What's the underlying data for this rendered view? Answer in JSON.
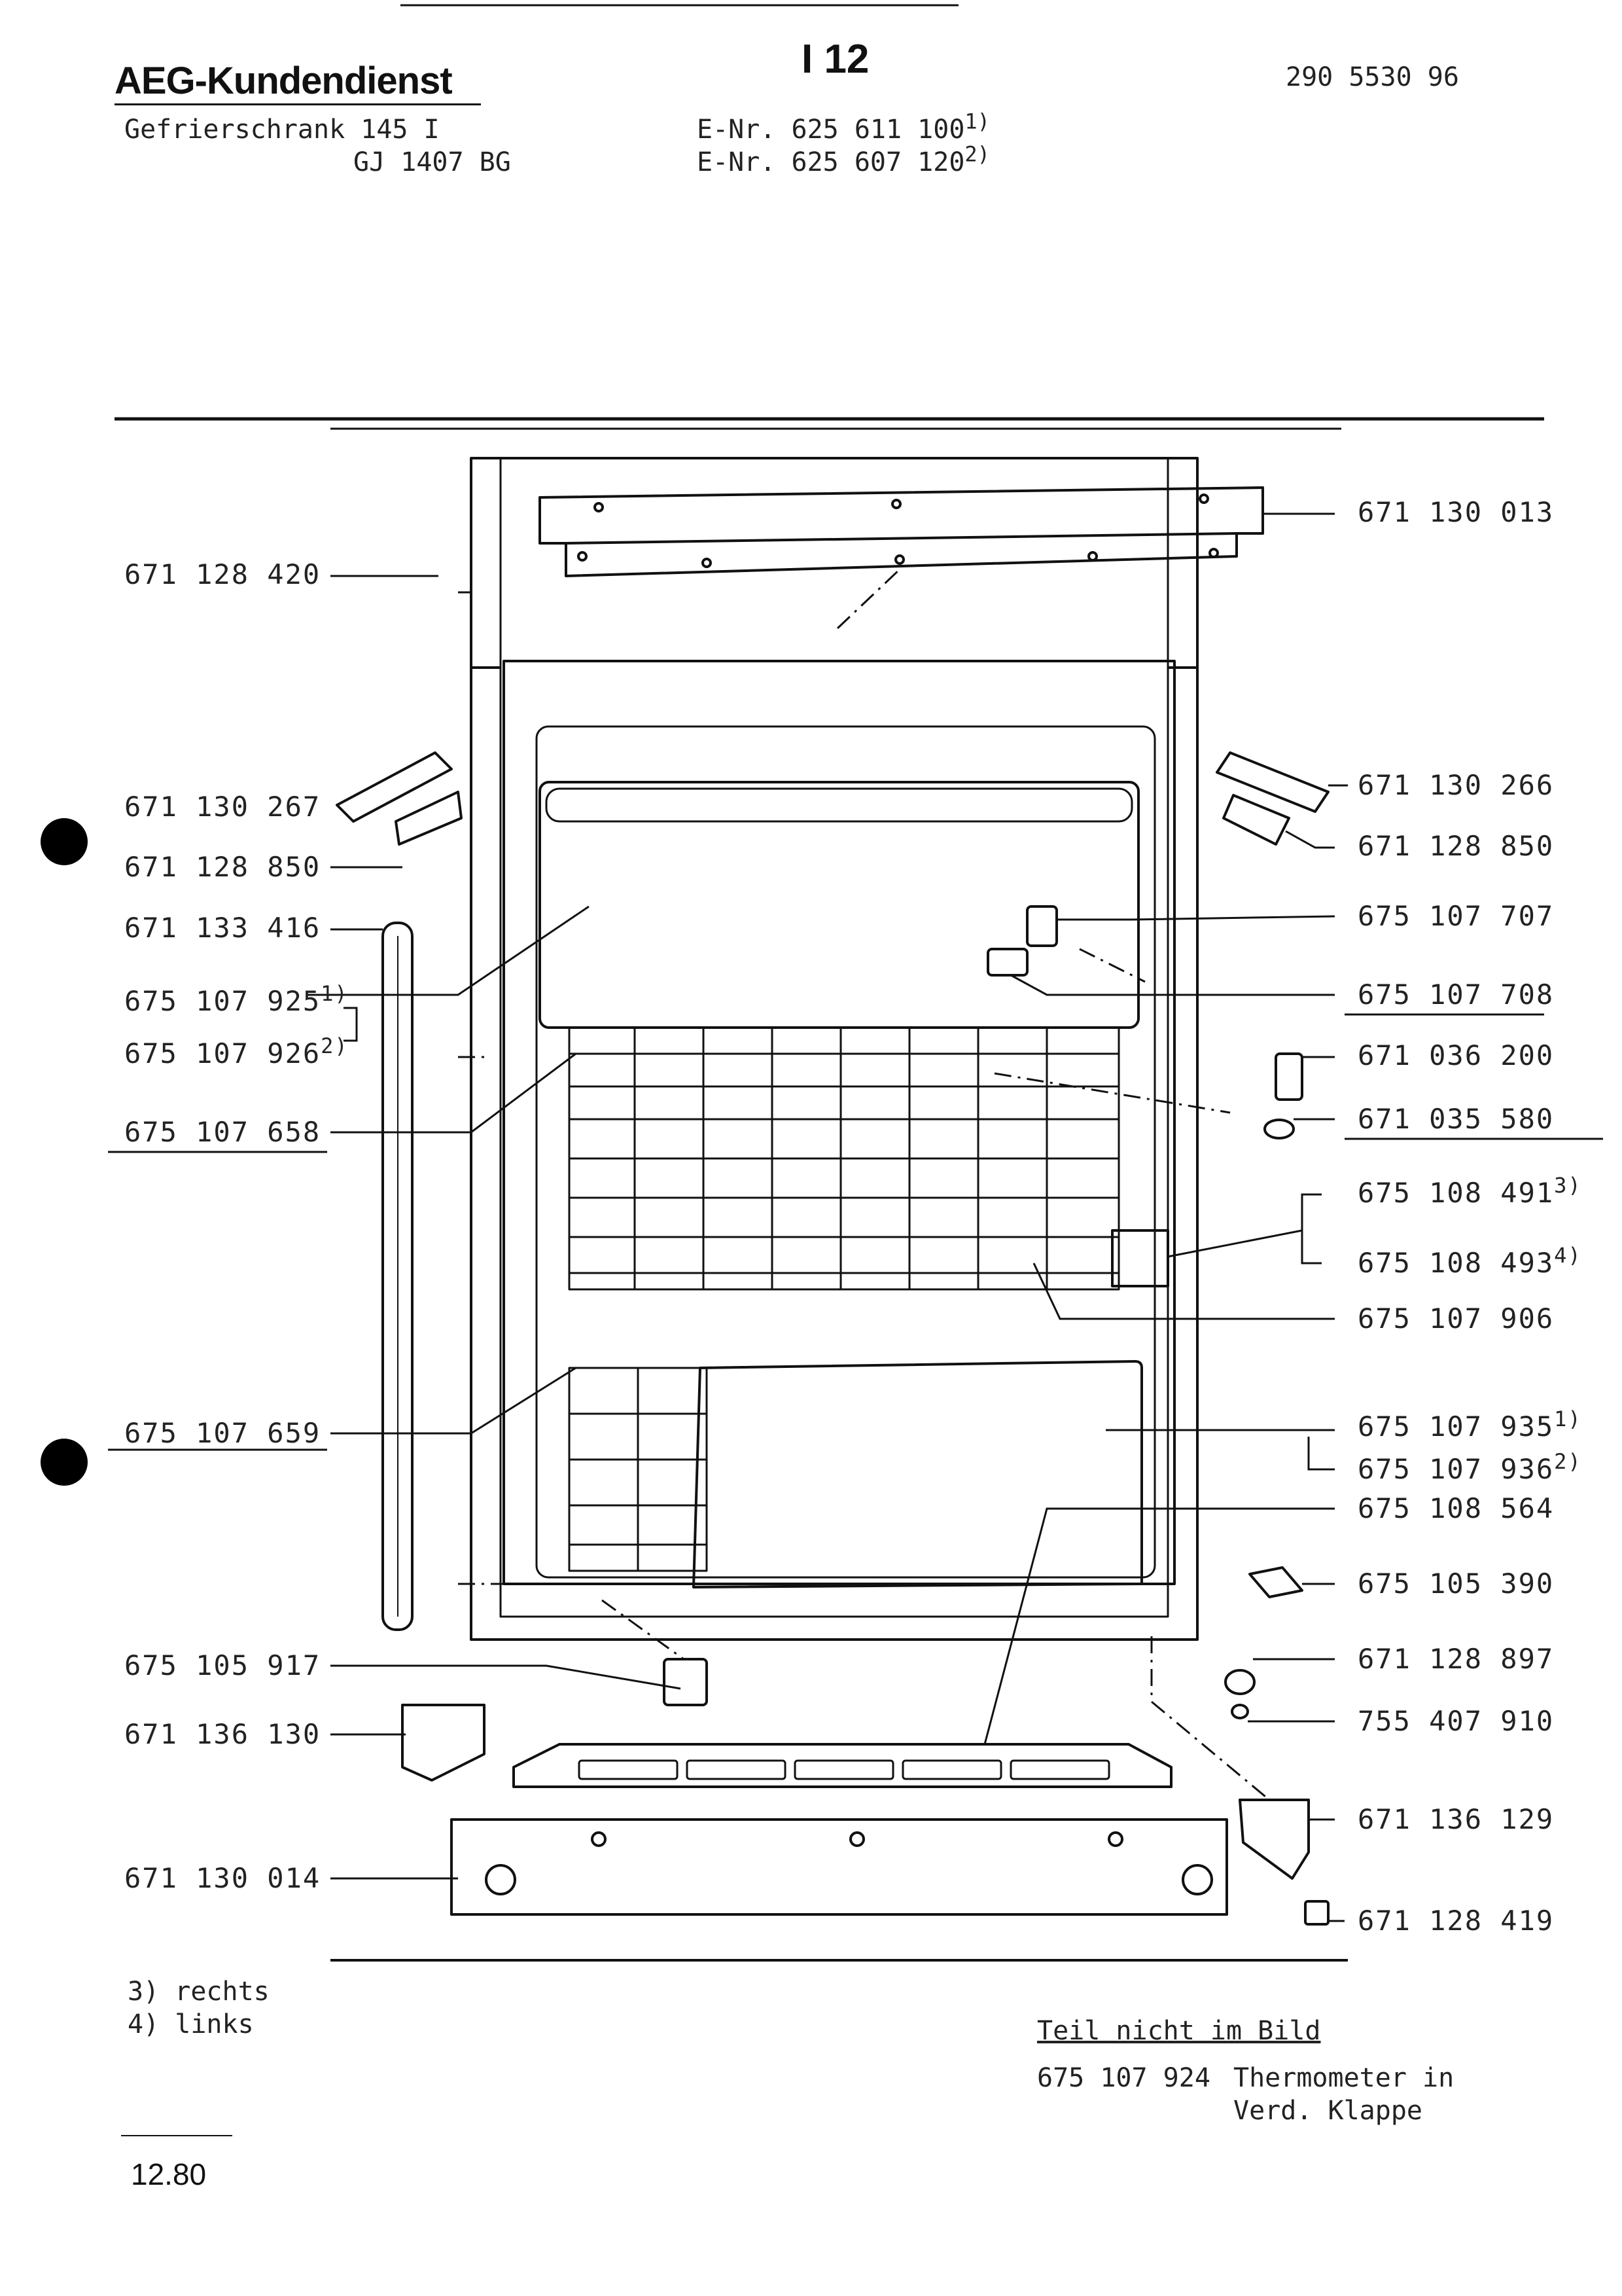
{
  "header": {
    "brand": "AEG-Kundendienst",
    "page_code": "I 12",
    "doc_number": "290 5530 96",
    "device_line1": "Gefrierschrank  145 I",
    "device_line2": "GJ 1407 BG",
    "enr_line1": "E-Nr. 625 611 100",
    "enr_line1_mark": "1)",
    "enr_line2": "E-Nr. 625 607 120",
    "enr_line2_mark": "2)"
  },
  "parts_left": [
    {
      "number": "671 128 420",
      "mark": ""
    },
    {
      "number": "671 130 267",
      "mark": ""
    },
    {
      "number": "671 128 850",
      "mark": ""
    },
    {
      "number": "671 133 416",
      "mark": ""
    },
    {
      "number": "675 107 925",
      "mark": "1)"
    },
    {
      "number": "675 107 926",
      "mark": "2)"
    },
    {
      "number": "675 107 658",
      "mark": ""
    },
    {
      "number": "675 107 659",
      "mark": ""
    },
    {
      "number": "675 105 917",
      "mark": ""
    },
    {
      "number": "671 136 130",
      "mark": ""
    },
    {
      "number": "671 130 014",
      "mark": ""
    }
  ],
  "parts_right": [
    {
      "number": "671 130 013",
      "mark": ""
    },
    {
      "number": "671 130 266",
      "mark": ""
    },
    {
      "number": "671 128 850",
      "mark": ""
    },
    {
      "number": "675 107 707",
      "mark": ""
    },
    {
      "number": "675 107 708",
      "mark": ""
    },
    {
      "number": "671 036 200",
      "mark": ""
    },
    {
      "number": "671 035 580",
      "mark": ""
    },
    {
      "number": "675 108 491",
      "mark": "3)"
    },
    {
      "number": "675 108 493",
      "mark": "4)"
    },
    {
      "number": "675 107 906",
      "mark": ""
    },
    {
      "number": "675 107 935",
      "mark": "1)"
    },
    {
      "number": "675 107 936",
      "mark": "2)"
    },
    {
      "number": "675 108 564",
      "mark": ""
    },
    {
      "number": "675 105 390",
      "mark": ""
    },
    {
      "number": "671 128 897",
      "mark": ""
    },
    {
      "number": "755 407 910",
      "mark": ""
    },
    {
      "number": "671 136 129",
      "mark": ""
    },
    {
      "number": "671 128 419",
      "mark": ""
    }
  ],
  "footnotes": {
    "note3": "3) rechts",
    "note4": "4) links"
  },
  "not_in_picture": {
    "title": "Teil nicht im Bild",
    "part_number": "675 107 924",
    "desc_line1": "Thermometer in",
    "desc_line2": "Verd. Klappe"
  },
  "date": "12.80"
}
